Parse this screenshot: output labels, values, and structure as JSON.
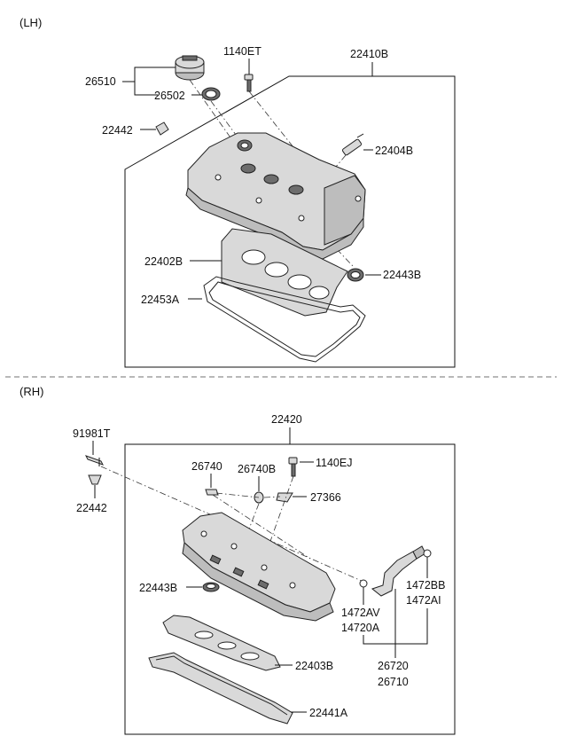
{
  "sections": {
    "lh": {
      "title": "(LH)"
    },
    "rh": {
      "title": "(RH)"
    }
  },
  "lh_labels": {
    "p22410B": "22410B",
    "p1140ET": "1140ET",
    "p26510": "26510",
    "p26502": "26502",
    "p22442": "22442",
    "p22404B": "22404B",
    "p22402B": "22402B",
    "p22443B": "22443B",
    "p22453A": "22453A"
  },
  "rh_labels": {
    "p22420": "22420",
    "p91981T": "91981T",
    "p22442": "22442",
    "p26740": "26740",
    "p26740B": "26740B",
    "p1140EJ": "1140EJ",
    "p27366": "27366",
    "p22443B": "22443B",
    "p1472BB": "1472BB",
    "p1472AI": "1472AI",
    "p1472AV": "1472AV",
    "p14720A": "14720A",
    "p26720": "26720",
    "p26710": "26710",
    "p22403B": "22403B",
    "p22441A": "22441A"
  }
}
